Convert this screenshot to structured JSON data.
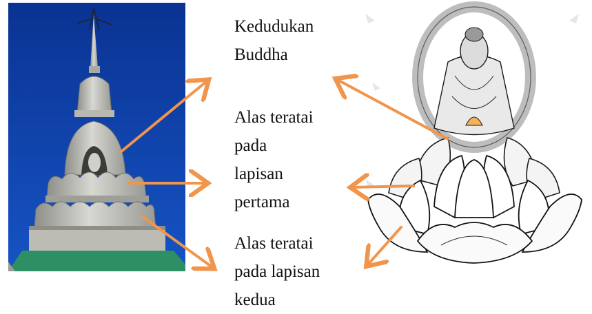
{
  "labels": {
    "buddha_seat": [
      "Kedudukan",
      "Buddha"
    ],
    "lotus_first": [
      "Alas teratai",
      "pada",
      "lapisan",
      "pertama"
    ],
    "lotus_second": [
      "Alas teratai",
      "pada lapisan",
      "kedua"
    ]
  },
  "colors": {
    "arrow": "#f0954b",
    "sky": "#0d3ca5",
    "stone": "#c9c9c2",
    "ink": "#1a1a1a"
  },
  "images": {
    "left": "stupa-spire-photo",
    "right": "seated-buddha-on-lotus-drawing"
  }
}
